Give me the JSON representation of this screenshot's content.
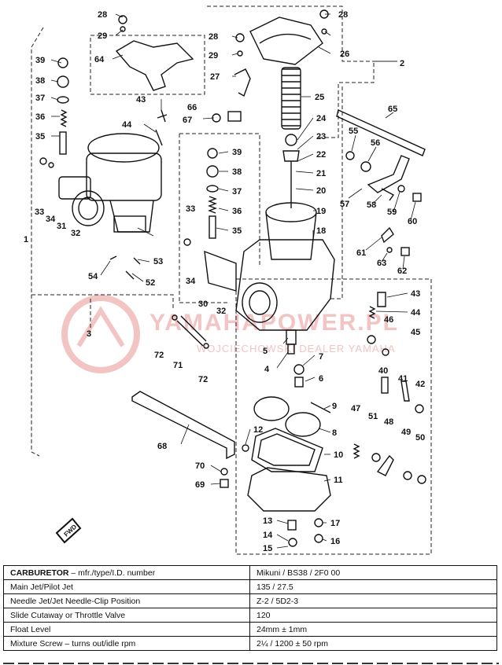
{
  "diagram": {
    "callouts": [
      "28",
      "29",
      "64",
      "39",
      "38",
      "37",
      "36",
      "35",
      "33",
      "34",
      "31",
      "32",
      "43",
      "44",
      "54",
      "53",
      "52",
      "28",
      "29",
      "28",
      "27",
      "26",
      "2",
      "25",
      "24",
      "23",
      "22",
      "21",
      "20",
      "19",
      "18",
      "66",
      "67",
      "39",
      "38",
      "37",
      "36",
      "35",
      "33",
      "34",
      "30",
      "32",
      "65",
      "55",
      "56",
      "57",
      "58",
      "59",
      "60",
      "61",
      "63",
      "62",
      "1",
      "3",
      "72",
      "71",
      "72",
      "5",
      "4",
      "7",
      "6",
      "9",
      "8",
      "43",
      "44",
      "46",
      "45",
      "40",
      "41",
      "42",
      "47",
      "51",
      "48",
      "49",
      "50",
      "68",
      "12",
      "10",
      "11",
      "70",
      "69",
      "13",
      "17",
      "14",
      "16",
      "15"
    ],
    "watermark": {
      "main": "YAMAHAPOWER.PL",
      "sub": "WOJCIECHOWSKI DEALER YAMAHA"
    },
    "fwd_label": "FWD"
  },
  "spec_table": {
    "header": {
      "label_main": "CARBURETOR",
      "label_sub": " – mfr./type/I.D. number",
      "value": "Mikuni / BS38 / 2F0 00"
    },
    "rows": [
      {
        "label": "Main Jet/Pilot Jet",
        "value": "135 / 27.5"
      },
      {
        "label": "Needle Jet/Jet Needle-Clip Position",
        "value": "Z-2 / 5D2-3"
      },
      {
        "label": "Slide Cutaway or Throttle Valve",
        "value": "120"
      },
      {
        "label": "Float Level",
        "value": "24mm ± 1mm"
      },
      {
        "label": "Mixture Screw – turns out/idle rpm",
        "value": "2¼ / 1200 ± 50 rpm"
      }
    ]
  }
}
